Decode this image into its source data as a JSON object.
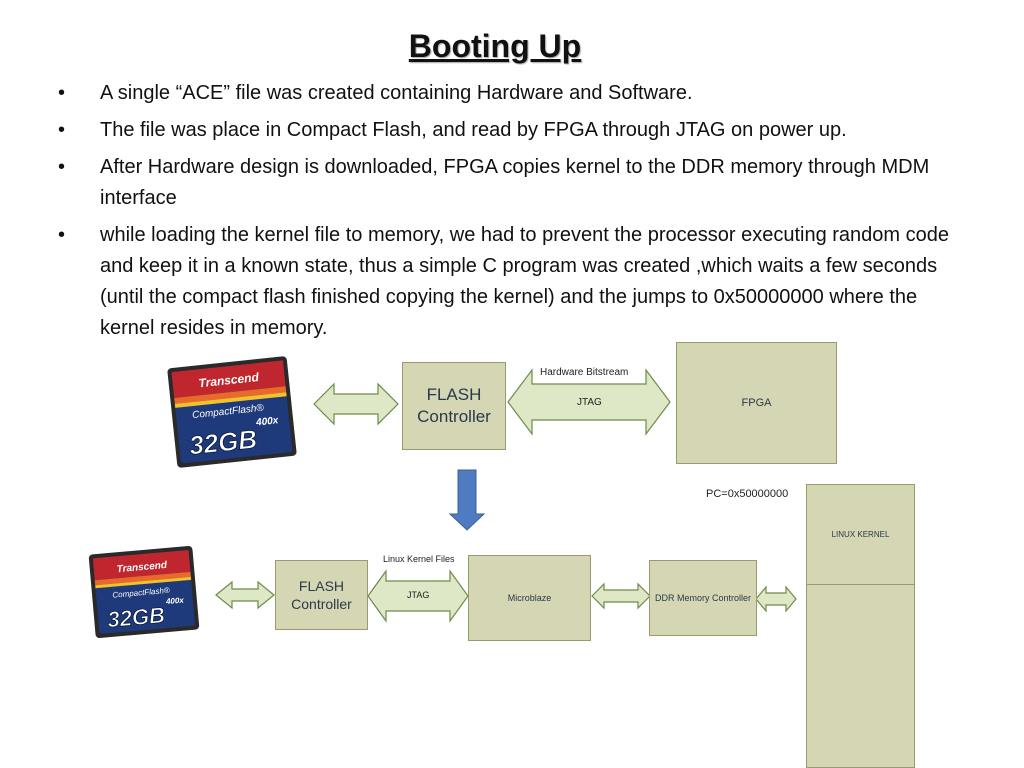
{
  "title": "Booting Up",
  "bullets": [
    "A single “ACE” file was created containing Hardware and Software.",
    "The file was place in Compact Flash, and read by FPGA through JTAG on power up.",
    "After Hardware design  is downloaded, FPGA copies kernel to the DDR memory through MDM interface",
    "while loading the kernel file to memory, we had to prevent the processor executing random code and keep it in a known state, thus a simple C program was created ,which waits a few seconds (until the compact flash finished copying the kernel) and the jumps to 0x50000000 where the kernel resides in memory."
  ],
  "bullet_glyph": "•",
  "diagram": {
    "top": {
      "flash_controller": "FLASH\nController",
      "arrow_label_above": "Hardware Bitstream",
      "arrow_label_inside": "JTAG",
      "fpga": "FPGA"
    },
    "bottom": {
      "flash_controller": "FLASH\nController",
      "arrow_label_above": "Linux Kernel Files",
      "arrow_label_inside": "JTAG",
      "microblaze": "Microblaze",
      "ddr_controller": "DDR Memory Controller",
      "pc_label": "PC=0x50000000",
      "linux_kernel": "LINUX KERNEL"
    },
    "card": {
      "brand": "Transcend",
      "product": "CompactFlash®",
      "capacity": "32GB",
      "speed": "400x"
    }
  },
  "colors": {
    "box_fill": "#d5d6b3",
    "box_border": "#9a9b6c",
    "arrow_fill": "#dfe8c6",
    "arrow_stroke": "#6f8a4a",
    "down_arrow": "#4f7cc0",
    "card_body": "#1e3a7a"
  }
}
